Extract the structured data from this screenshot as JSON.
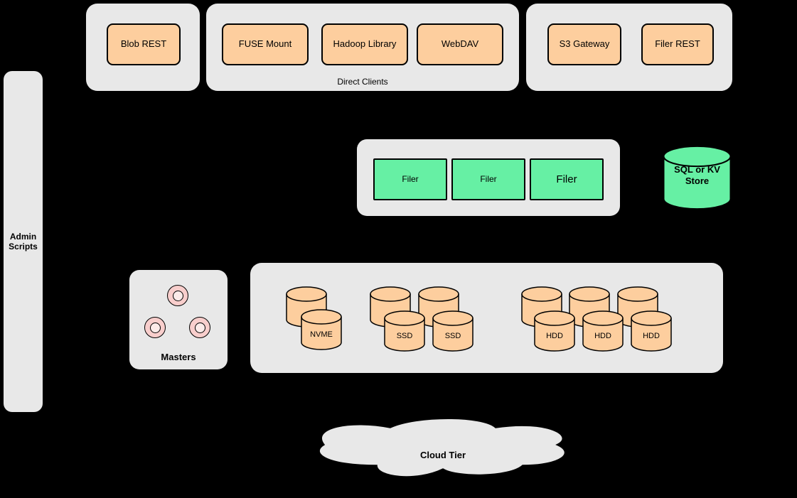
{
  "colors": {
    "background": "#000000",
    "container_fill": "#e8e8e8",
    "node_orange": "#fdce9e",
    "node_green": "#66f0a4",
    "node_pink": "#f8cecc",
    "stroke": "#000000"
  },
  "groups": {
    "blob": {
      "buttons": [
        "Blob REST"
      ]
    },
    "direct_clients": {
      "label": "Direct Clients",
      "buttons": [
        "FUSE Mount",
        "Hadoop Library",
        "WebDAV"
      ]
    },
    "gateways": {
      "buttons": [
        "S3 Gateway",
        "Filer REST"
      ]
    }
  },
  "admin_scripts": {
    "label": "Admin Scripts"
  },
  "filers": {
    "nodes": [
      "Filer",
      "Filer",
      "Filer"
    ]
  },
  "sql_store": {
    "label": "SQL or KV Store"
  },
  "masters": {
    "label": "Masters"
  },
  "volume_servers": {
    "nvme_labels": [
      "NVME"
    ],
    "ssd_labels": [
      "SSD",
      "SSD"
    ],
    "hdd_labels": [
      "HDD",
      "HDD",
      "HDD"
    ]
  },
  "cloud_tier": {
    "label": "Cloud Tier"
  }
}
